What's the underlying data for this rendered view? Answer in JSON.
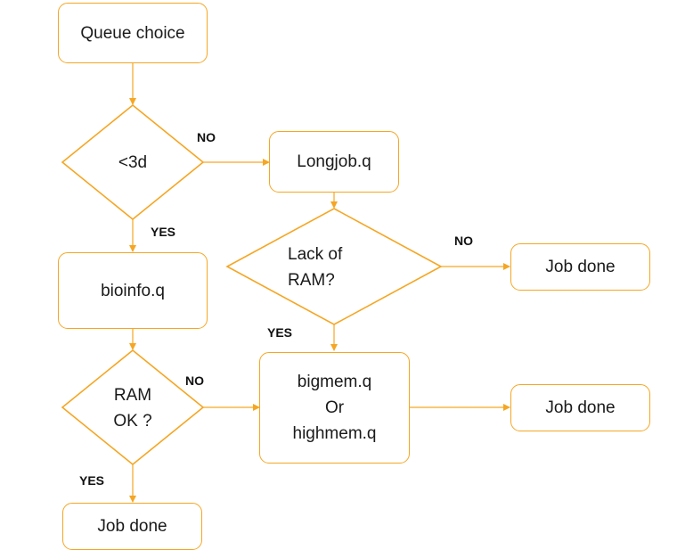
{
  "nodes": {
    "queue_choice": "Queue choice",
    "lt3d": "<3d",
    "longjob": "Longjob.q",
    "lack_ram": [
      "Lack of",
      "RAM?"
    ],
    "bioinfo": "bioinfo.q",
    "ram_ok": [
      "RAM",
      "OK ?"
    ],
    "bigmem": [
      "bigmem.q",
      "Or",
      "highmem.q"
    ],
    "job_done_right_top": "Job done",
    "job_done_right_mid": "Job done",
    "job_done_bottom": "Job done"
  },
  "edges": {
    "lt3d_no": "NO",
    "lt3d_yes": "YES",
    "lack_ram_no": "NO",
    "lack_ram_yes": "YES",
    "ram_ok_no": "NO",
    "ram_ok_yes": "YES"
  },
  "colors": {
    "stroke": "#f5a623"
  }
}
